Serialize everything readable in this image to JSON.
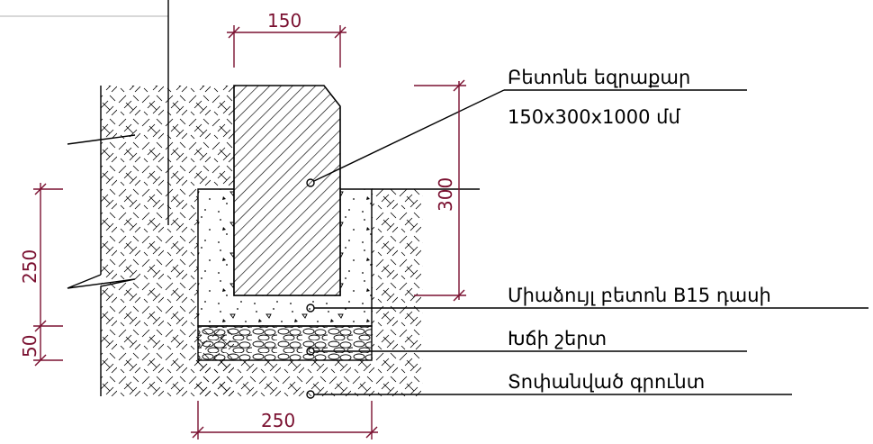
{
  "dimensions": {
    "top_width": "150",
    "height_300": "300",
    "height_250": "250",
    "height_50": "50",
    "bottom_width": "250"
  },
  "labels": {
    "curb_line1": "Բետոնե եզրաքար",
    "curb_line2": "150x300x1000 մմ",
    "concrete": "Միաձույլ բետոն B15 դասի",
    "gravel": "Խճի շերտ",
    "soil": "Տոփանված գրունտ"
  },
  "colors": {
    "dimension": "#7a1030",
    "lines": "#000000"
  }
}
